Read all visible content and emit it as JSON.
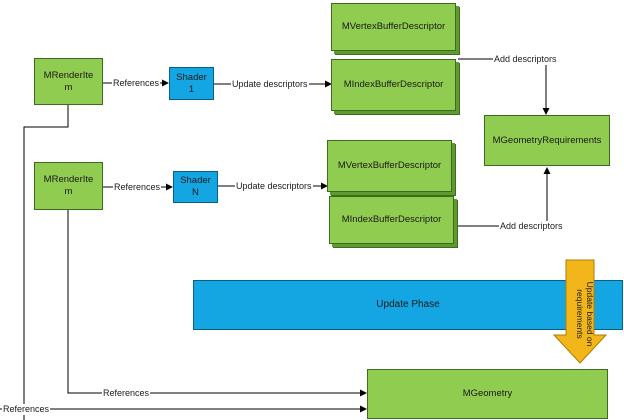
{
  "nodes": {
    "render_item_1": "MRenderIte\nm",
    "render_item_2": "MRenderIte\nm",
    "shader_1": "Shader\n1",
    "shader_n": "Shader\nN",
    "vertex_desc_1": "MVertexBufferDescriptor",
    "index_desc_1": "MIndexBufferDescriptor",
    "vertex_desc_2": "MVertexBufferDescriptor",
    "index_desc_2": "MIndexBufferDescriptor",
    "geometry_requirements": "MGeometryRequirements",
    "update_phase": "Update Phase",
    "geometry": "MGeometry"
  },
  "edges": {
    "references_1": "References",
    "references_2": "References",
    "references_3": "References",
    "references_4": "References",
    "update_descriptors_1": "Update descriptors",
    "update_descriptors_2": "Update descriptors",
    "add_descriptors_1": "Add descriptors",
    "add_descriptors_2": "Add descriptors",
    "update_based_on_requirements": "Update based on requirements"
  },
  "colors": {
    "node_green": "#8fcc4f",
    "node_blue": "#14a5e3",
    "arrow_yellow": "#f2b61b",
    "line": "#000000"
  }
}
